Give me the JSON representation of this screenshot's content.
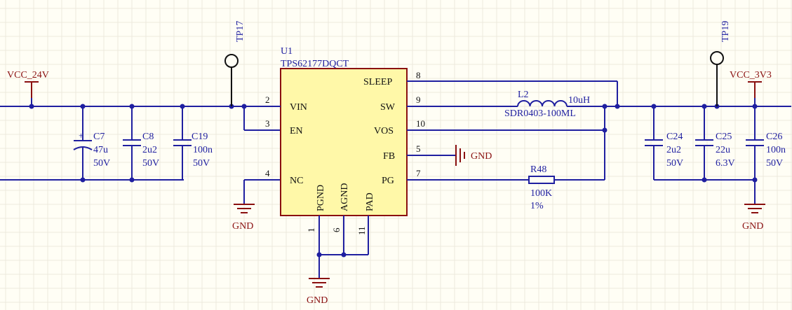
{
  "power_nets": {
    "vin": "VCC_24V",
    "vout": "VCC_3V3"
  },
  "ground_label": "GND",
  "test_points": {
    "input": "TP17",
    "output": "TP19"
  },
  "ic": {
    "designator": "U1",
    "part": "TPS62177DQCT",
    "pins_left": [
      {
        "num": "2",
        "name": "VIN"
      },
      {
        "num": "3",
        "name": "EN"
      },
      {
        "num": "4",
        "name": "NC"
      }
    ],
    "pins_right": [
      {
        "num": "8",
        "name": "SLEEP"
      },
      {
        "num": "9",
        "name": "SW"
      },
      {
        "num": "10",
        "name": "VOS"
      },
      {
        "num": "5",
        "name": "FB"
      },
      {
        "num": "7",
        "name": "PG"
      }
    ],
    "pins_bottom": [
      {
        "num": "1",
        "name": "PGND"
      },
      {
        "num": "6",
        "name": "AGND"
      },
      {
        "num": "11",
        "name": "PAD"
      }
    ]
  },
  "input_caps": [
    {
      "ref": "C7",
      "value": "47u",
      "rating": "50V"
    },
    {
      "ref": "C8",
      "value": "2u2",
      "rating": "50V"
    },
    {
      "ref": "C19",
      "value": "100n",
      "rating": "50V"
    }
  ],
  "output_caps": [
    {
      "ref": "C24",
      "value": "2u2",
      "rating": "50V"
    },
    {
      "ref": "C25",
      "value": "22u",
      "rating": "6.3V"
    },
    {
      "ref": "C26",
      "value": "100n",
      "rating": "50V"
    }
  ],
  "inductor": {
    "ref": "L2",
    "value": "10uH",
    "part": "SDR0403-100ML"
  },
  "resistor": {
    "ref": "R48",
    "value": "100K",
    "tolerance": "1%"
  }
}
